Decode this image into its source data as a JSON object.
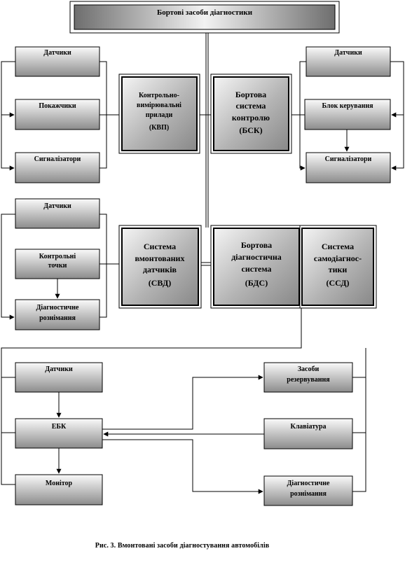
{
  "title": "Бортові засоби діагностики",
  "caption": "Рис. 3. Вмонтовані засоби діагностування автомобілів",
  "top_group": {
    "left_items": [
      "Датчики",
      "Покажчики",
      "Сигналізатори"
    ],
    "kvp": [
      "Контрольно-",
      "вимірювальні",
      "прилади",
      "(КВП)"
    ],
    "bsk": [
      "Бортова",
      "система",
      "контролю",
      "(БСК)"
    ],
    "right_items": [
      "Датчики",
      "Блок керування",
      "Сигналізатори"
    ]
  },
  "middle_group": {
    "left_items": [
      "Датчики",
      [
        "Контрольні",
        "точки"
      ],
      [
        "Діагностичне",
        "рознімання"
      ]
    ],
    "svd": [
      "Система",
      "вмонтованих",
      "датчиків",
      "(СВД)"
    ],
    "bds": [
      "Бортова",
      "діагностична",
      "система",
      "(БДС)"
    ],
    "ssd": [
      "Система",
      "самодіагнос-",
      "тики",
      "(ССД)"
    ]
  },
  "bottom_group": {
    "left_items": [
      "Датчики",
      "ЕБК",
      "Монітор"
    ],
    "right_items": [
      [
        "Засоби",
        "резервування"
      ],
      "Клавіатура",
      [
        "Діагностичне",
        "рознімання"
      ]
    ]
  }
}
